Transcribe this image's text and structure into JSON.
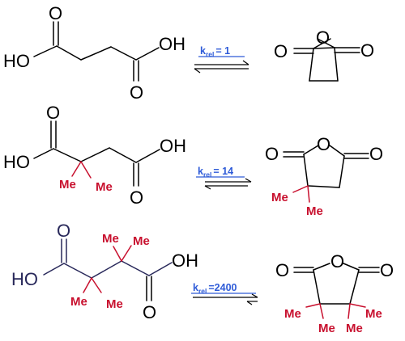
{
  "colors": {
    "bond": "#000000",
    "bond_navy": "#28285a",
    "methyl": "#c8102e",
    "rate_label": "#2e5bd8"
  },
  "atoms": {
    "oxygen": "O",
    "hydroxyl_right": "OH",
    "hydroxyl_left": "HO",
    "methyl": "Me"
  },
  "reactions": [
    {
      "k_symbol": "k",
      "k_subscript": "rel",
      "k_value": "= 1"
    },
    {
      "k_symbol": "k",
      "k_subscript": "rel",
      "k_value": "= 14"
    },
    {
      "k_symbol": "k",
      "k_subscript": "rel",
      "k_value": "=2400"
    }
  ]
}
